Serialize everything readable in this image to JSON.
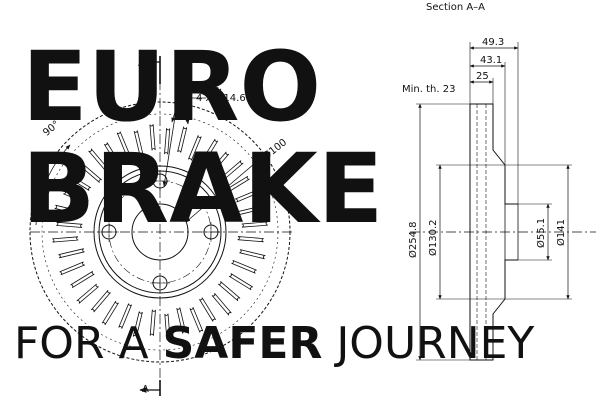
{
  "watermark": {
    "lines": [
      "EURO",
      "BRAKE"
    ],
    "tagline_parts": [
      "FOR A ",
      "SAFER",
      " JOURNEY"
    ],
    "color": "#e6e6e6"
  },
  "front_view": {
    "section_marks": [
      "A",
      "A"
    ],
    "angle_label": "90°",
    "pieces_label": "40 pcs.",
    "holes_label": "4 X Ø14.6",
    "pcd_label": "Ø100",
    "cooling_slots": 40,
    "bolt_holes": 4
  },
  "section_view": {
    "title": "Section A–A",
    "min_thickness": "Min. th. 23",
    "dims": {
      "total_height": "49.3",
      "hat_height": "43.1",
      "thickness": "25",
      "outer_diameter": "Ø254.8",
      "hat_diameter": "Ø130.2",
      "center_bore": "Ø55.1",
      "hat_outer": "Ø141"
    }
  },
  "colors": {
    "line": "#111111",
    "watermark": "#e6e6e6"
  }
}
